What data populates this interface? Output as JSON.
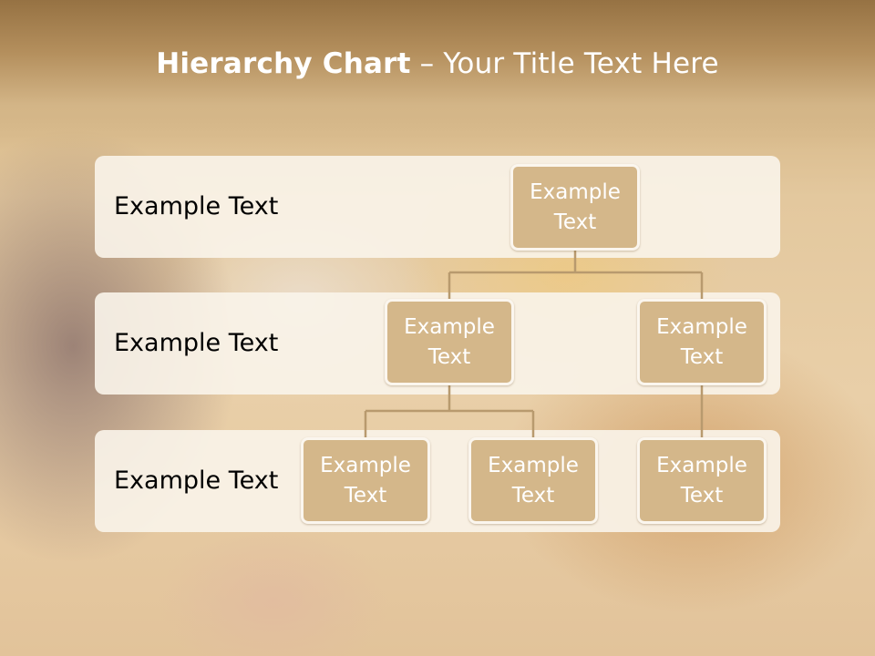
{
  "title": {
    "bold": "Hierarchy Chart",
    "rest": " – Your Title Text Here"
  },
  "rows": [
    {
      "label": "Example Text"
    },
    {
      "label": "Example Text"
    },
    {
      "label": "Example Text"
    }
  ],
  "nodes": {
    "root": {
      "line1": "Example",
      "line2": "Text"
    },
    "l2_a": {
      "line1": "Example",
      "line2": "Text"
    },
    "l2_b": {
      "line1": "Example",
      "line2": "Text"
    },
    "l3_a": {
      "line1": "Example",
      "line2": "Text"
    },
    "l3_b": {
      "line1": "Example",
      "line2": "Text"
    },
    "l3_c": {
      "line1": "Example",
      "line2": "Text"
    }
  },
  "colors": {
    "node_fill": "#d4b78a",
    "connector": "#b89a6e",
    "band": "#faf4ea"
  }
}
